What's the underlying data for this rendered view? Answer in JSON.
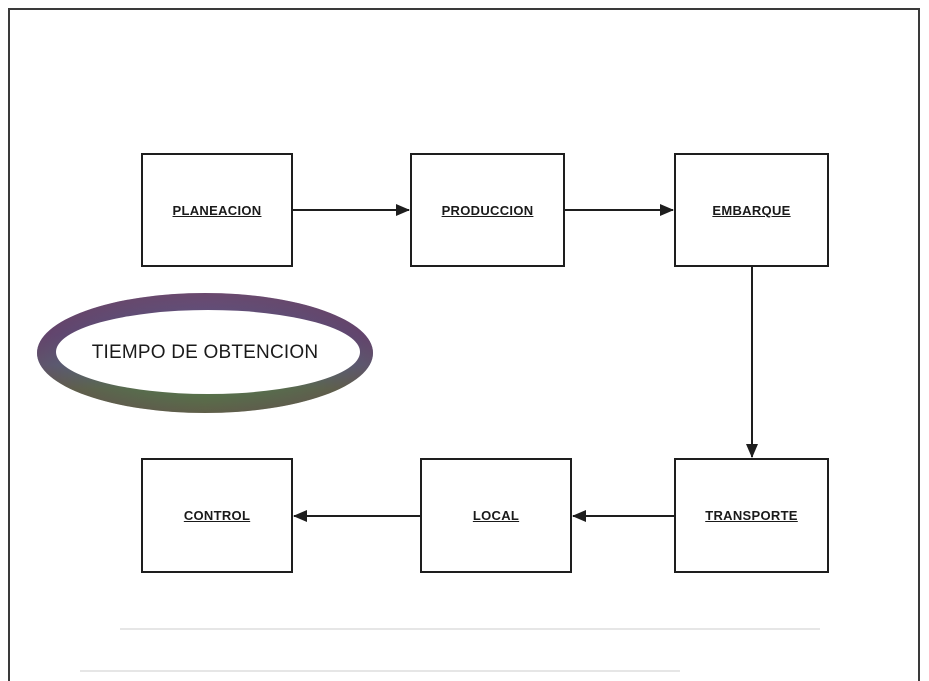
{
  "diagram": {
    "boxes": {
      "planeacion": "PLANEACION",
      "produccion": "PRODUCCION",
      "embarque": "EMBARQUE",
      "transporte": "TRANSPORTE",
      "local": "LOCAL",
      "control": "CONTROL"
    },
    "ellipse_label": "TIEMPO DE OBTENCION",
    "flow": [
      "PLANEACION",
      "PRODUCCION",
      "EMBARQUE",
      "TRANSPORTE",
      "LOCAL",
      "CONTROL"
    ]
  },
  "colors": {
    "box_border": "#1e1e1e",
    "arrow": "#1e1e1e",
    "ring_top": "#6b3f5e",
    "ring_bottom": "#4f6a3c"
  }
}
